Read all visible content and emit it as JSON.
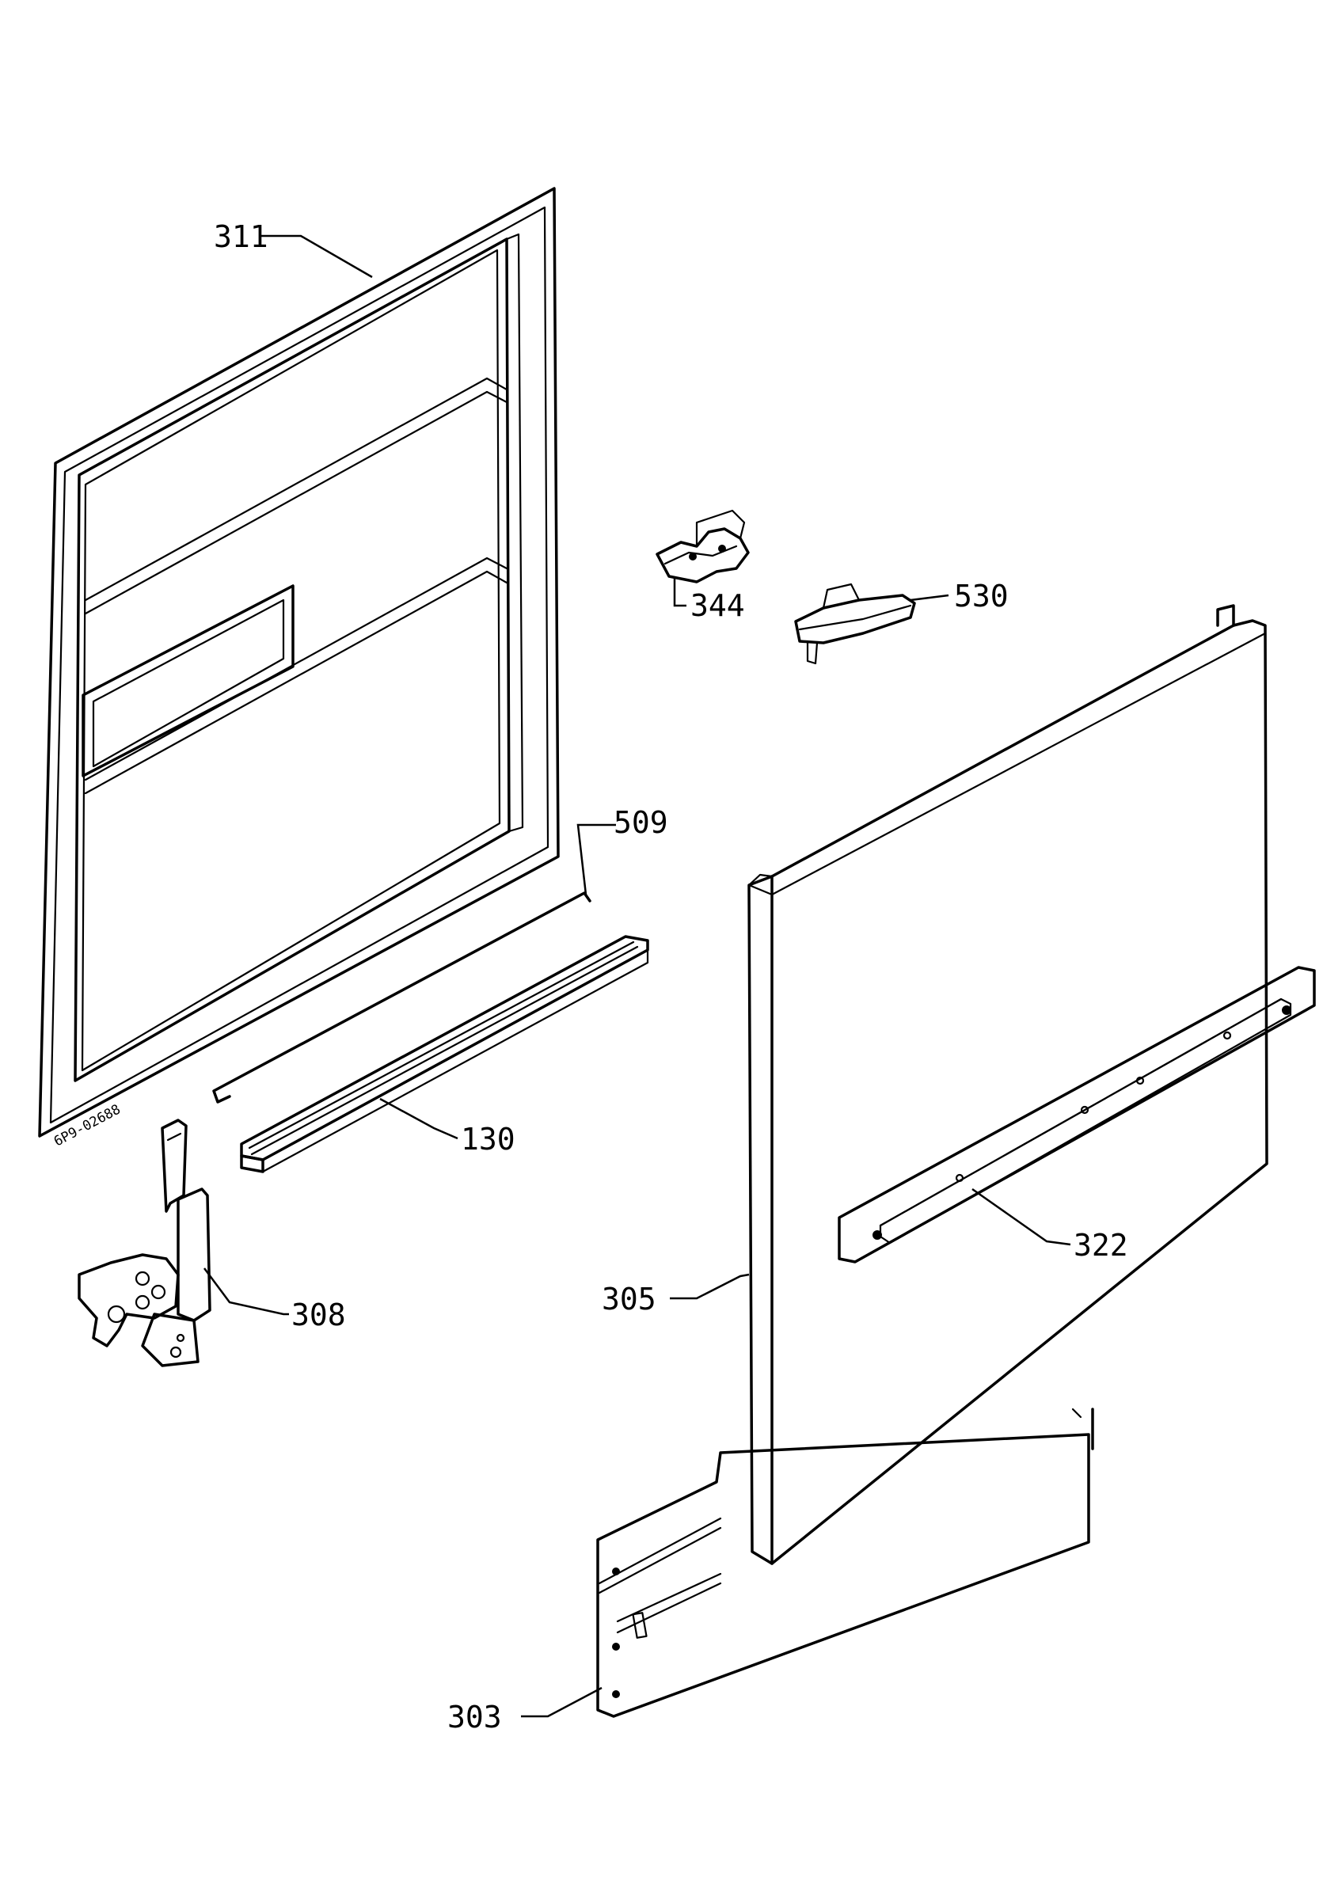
{
  "drawing_code": "6P9-02688",
  "callouts": {
    "p311": "311",
    "p344": "344",
    "p530": "530",
    "p509": "509",
    "p130": "130",
    "p308": "308",
    "p305": "305",
    "p322": "322",
    "p303": "303"
  }
}
